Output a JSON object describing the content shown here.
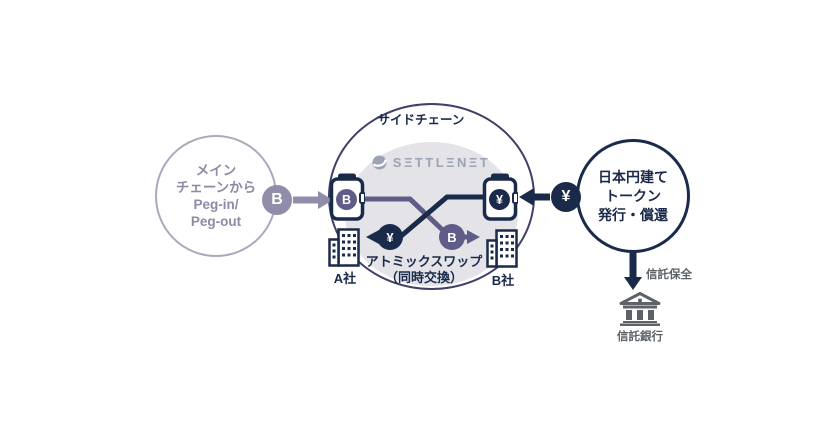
{
  "palette": {
    "muted_purple": "#8f8da9",
    "accent_purple": "#5f5d87",
    "navy": "#1a2a4a",
    "sidechain_border": "#403f66",
    "inner_fill": "#e3e3e8",
    "logo_gray": "#9ba3b4",
    "trust_gray": "#5d6268"
  },
  "main_chain": {
    "label_lines": [
      "メイン",
      "チェーンから",
      "Peg-in/",
      "Peg-out"
    ],
    "peg_coin": "B"
  },
  "sidechain": {
    "title": "サイドチェーン",
    "logo": "SΞTTLΞNΞT",
    "wallet_a_coin": "B",
    "wallet_b_coin": "¥",
    "swap_coin_to_a": "¥",
    "swap_coin_to_b": "B",
    "company_a": "A社",
    "company_b": "B社",
    "atomic_swap_line1": "アトミックスワップ",
    "atomic_swap_line2": "（同時交換）"
  },
  "token_circle": {
    "label_lines": [
      "日本円建て",
      "トークン",
      "発行・償還"
    ],
    "peg_coin": "¥"
  },
  "trust": {
    "flow_label": "信託保全",
    "bank_label": "信託銀行"
  }
}
